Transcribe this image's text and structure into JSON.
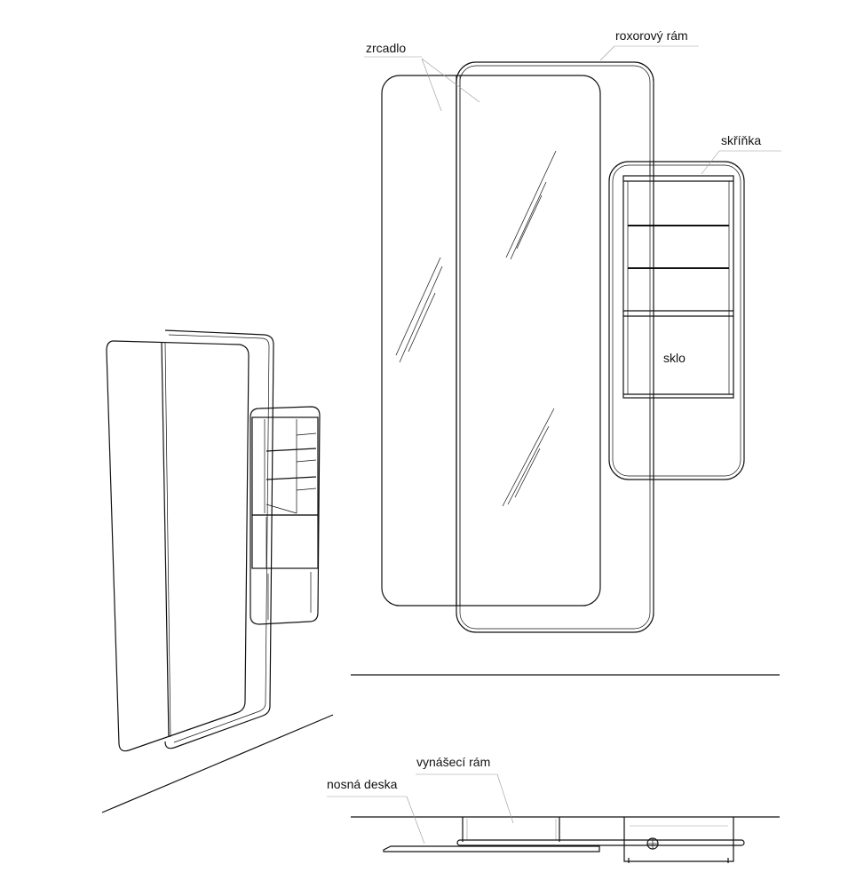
{
  "labels": {
    "mirror": "zrcadlo",
    "frame": "roxorový rám",
    "cabinet": "skříňka",
    "glass": "sklo",
    "support_frame": "vynášecí rám",
    "carrier_board": "nosná deska"
  }
}
